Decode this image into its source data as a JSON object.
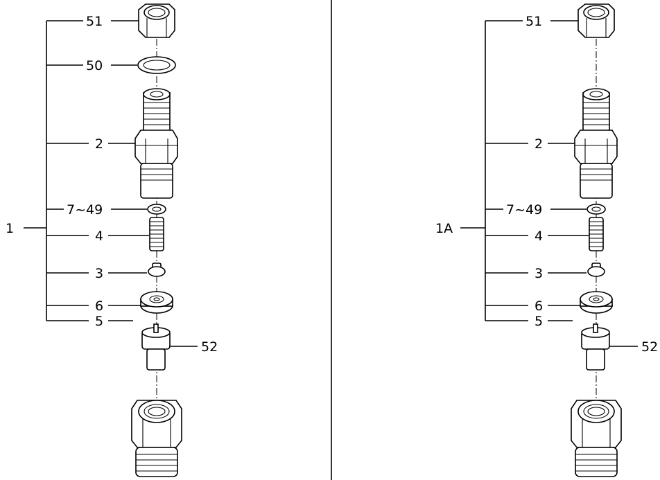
{
  "left_assembly": {
    "assembly_label": "1",
    "labels": {
      "nut": "51",
      "washer": "50",
      "holder": "2",
      "shim": "7~49",
      "spring": "4",
      "valve": "3",
      "spacer": "6",
      "nozzle": "52",
      "retaining_nut": "5"
    }
  },
  "right_assembly": {
    "assembly_label": "1A",
    "labels": {
      "nut": "51",
      "holder": "2",
      "shim": "7~49",
      "spring": "4",
      "valve": "3",
      "spacer": "6",
      "nozzle": "52",
      "retaining_nut": "5"
    }
  }
}
